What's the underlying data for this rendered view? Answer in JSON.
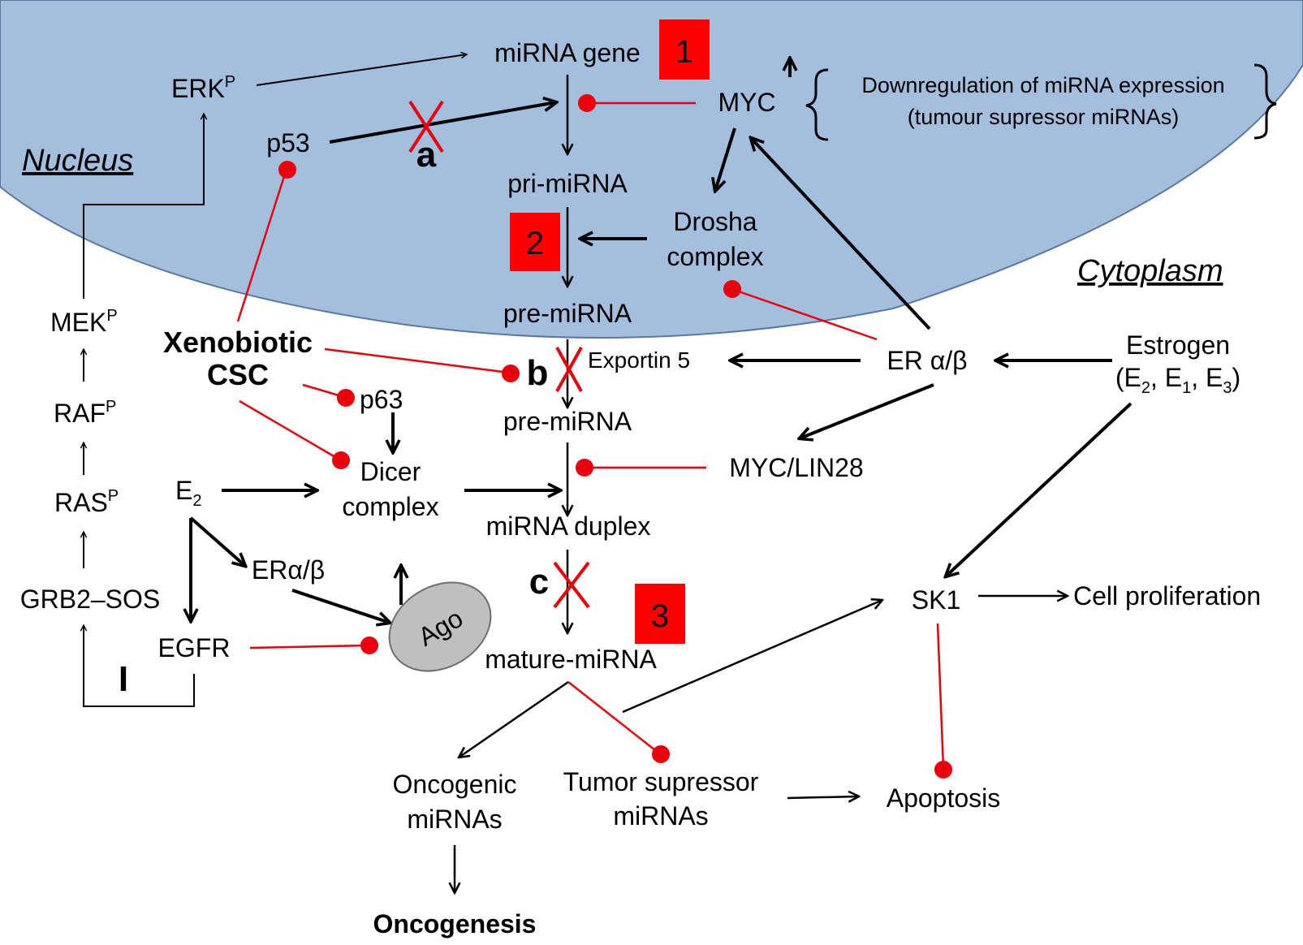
{
  "colors": {
    "nucleus_fill": "#a4bfdd",
    "nucleus_stroke": "#5a78a0",
    "inhibit": "#e8000b",
    "step_box": "#ff0000",
    "ago_fill": "#bfbfbf"
  },
  "compartments": {
    "nucleus": "Nucleus",
    "cytoplasm": "Cytoplasm"
  },
  "steps": [
    "1",
    "2",
    "3"
  ],
  "block_letters": {
    "a": "a",
    "b": "b",
    "c": "c"
  },
  "labels": {
    "mirna_gene": "miRNA gene",
    "erk": "ERK",
    "p53": "p53",
    "myc": "MYC",
    "downreg_line1": "Downregulation of miRNA expression",
    "downreg_line2": "(tumour supressor miRNAs)",
    "pri_mirna": "pri-miRNA",
    "drosha_1": "Drosha",
    "drosha_2": "complex",
    "pre_mirna_nuc": "pre-miRNA",
    "mek": "MEK",
    "xeno_1": "Xenobiotic",
    "xeno_2": "CSC",
    "exportin": "Exportin 5",
    "er_ab": "ER α/β",
    "estrogen_1": "Estrogen",
    "estrogen_2_open": "(E",
    "estrogen_2_e1": ", E",
    "estrogen_2_e3": ", E",
    "estrogen_2_close": ")",
    "sub_2": "2",
    "sub_1": "1",
    "sub_3": "3",
    "raf": "RAF",
    "p63": "p63",
    "pre_mirna_cyto": "pre-miRNA",
    "ras": "RAS",
    "e2": "E",
    "dicer_1": "Dicer",
    "dicer_2": "complex",
    "myc_lin28": "MYC/LIN28",
    "mirna_duplex": "miRNA duplex",
    "er_ab_2": "ERα/β",
    "grb2_sos": "GRB2–SOS",
    "ago": "Ago",
    "sk1": "SK1",
    "cell_prolif": "Cell proliferation",
    "egfr": "EGFR",
    "mature_mirna": "mature-miRNA",
    "onco_1": "Oncogenic",
    "onco_2": "miRNAs",
    "tumor_1": "Tumor supressor",
    "tumor_2": "miRNAs",
    "apoptosis": "Apoptosis",
    "oncogenesis": "Oncogenesis",
    "feedback": "I",
    "phospho": "P"
  }
}
